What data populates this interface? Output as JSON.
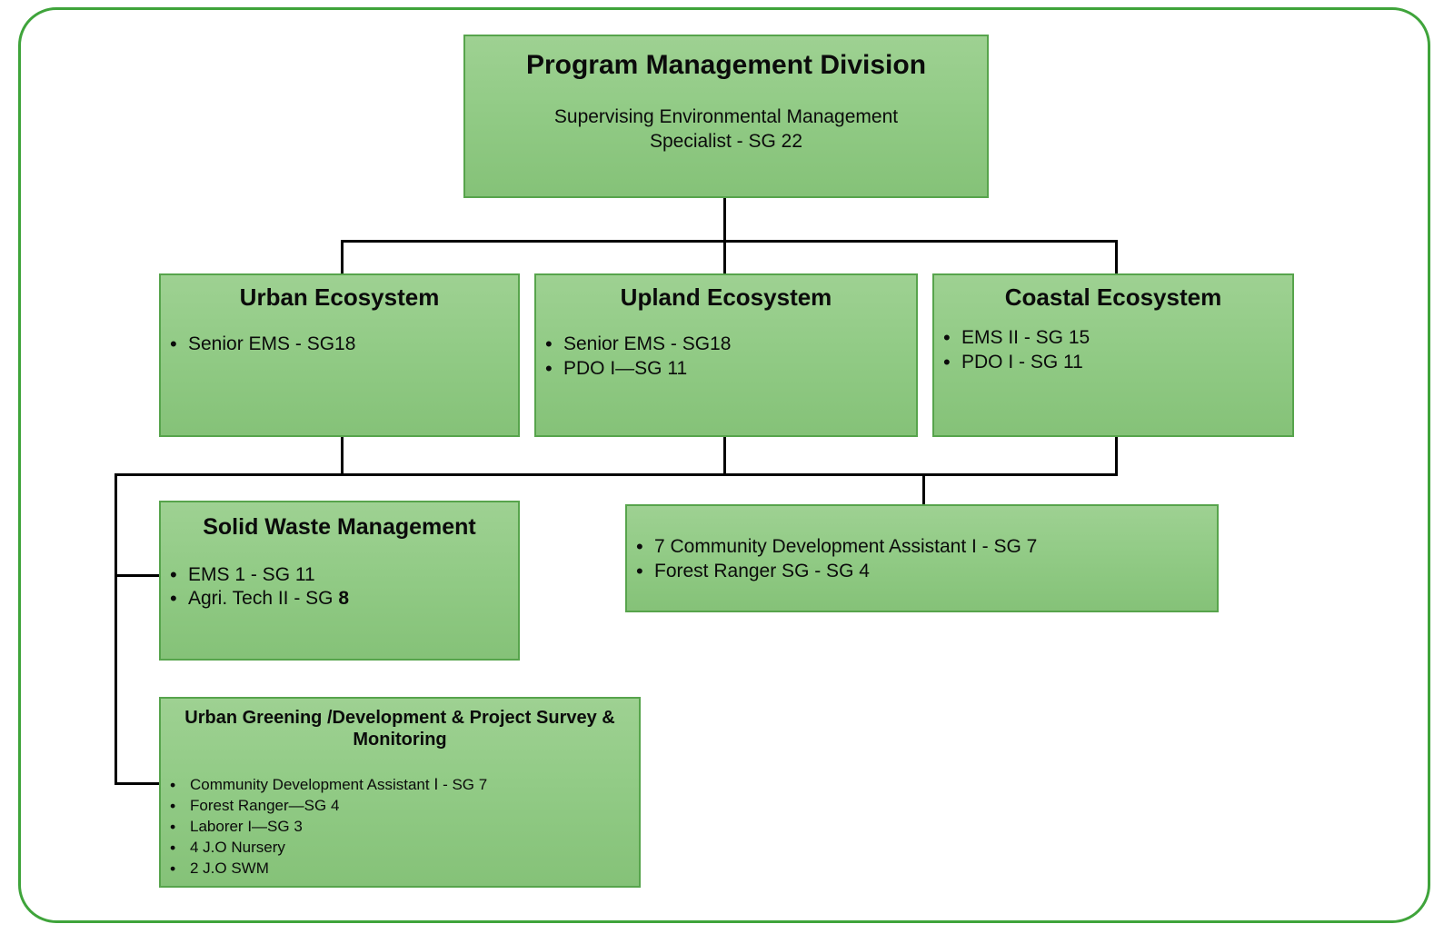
{
  "frame": {
    "accent_color": "#3FA43B"
  },
  "theme": {
    "box_fill": "#92CB86",
    "box_border": "#57A44C",
    "line_color": "#000000",
    "text_color": "#0b0b0b"
  },
  "chart_data": {
    "type": "diagram",
    "diagram_type": "organizational-chart",
    "title": "Program Management Division",
    "nodes": [
      {
        "id": "root",
        "title": "Program Management Division",
        "subtitle": "Supervising Environmental Management Specialist - SG 22",
        "level": 0
      },
      {
        "id": "urban",
        "title": "Urban Ecosystem",
        "level": 1,
        "items": [
          "Senior EMS - SG18"
        ]
      },
      {
        "id": "upland",
        "title": "Upland Ecosystem",
        "level": 1,
        "items": [
          "Senior EMS - SG18",
          "PDO I—SG 11"
        ]
      },
      {
        "id": "coastal",
        "title": "Coastal Ecosystem",
        "level": 1,
        "items": [
          "EMS II - SG 15",
          "PDO I - SG 11"
        ]
      },
      {
        "id": "swm",
        "title": "Solid Waste Management",
        "level": 2,
        "items": [
          "EMS 1 - SG 11",
          "Agri. Tech II - SG 8"
        ]
      },
      {
        "id": "cda",
        "title": "",
        "level": 2,
        "items": [
          "7 Community Development Assistant I - SG 7",
          "Forest Ranger SG -  SG 4"
        ]
      },
      {
        "id": "greening",
        "title": "Urban Greening /Development & Project Survey & Monitoring",
        "level": 2,
        "items": [
          "Community Development Assistant  Ⅰ - SG 7",
          "Forest Ranger—SG 4",
          "Laborer I—SG 3",
          " 4 J.O Nursery",
          "2 J.O SWM"
        ]
      }
    ],
    "edges": [
      {
        "from": "root",
        "to": "urban"
      },
      {
        "from": "root",
        "to": "upland"
      },
      {
        "from": "root",
        "to": "coastal"
      },
      {
        "from": "urban",
        "to": "swm"
      },
      {
        "from": "urban",
        "to": "greening"
      },
      {
        "from": "upland",
        "to": "cda"
      },
      {
        "from": "coastal",
        "to": "cda"
      }
    ]
  },
  "root": {
    "title": "Program Management Division",
    "subtitle_line1": "Supervising Environmental Management",
    "subtitle_line2": "Specialist - SG 22"
  },
  "urban": {
    "title": "Urban Ecosystem",
    "items": [
      "Senior EMS - SG18"
    ]
  },
  "upland": {
    "title": "Upland Ecosystem",
    "items": [
      "Senior EMS - SG18",
      "PDO I—SG 11"
    ]
  },
  "coastal": {
    "title": "Coastal Ecosystem",
    "items": [
      "EMS II - SG 15",
      "PDO I - SG 11"
    ]
  },
  "swm": {
    "title": "Solid Waste Management",
    "item1": "EMS 1 - SG 11",
    "item2_prefix": "Agri. Tech II - SG ",
    "item2_bold": "8"
  },
  "cda": {
    "items": [
      "7 Community Development Assistant I - SG 7",
      "Forest Ranger SG -  SG 4"
    ]
  },
  "greening": {
    "title_line1": "Urban Greening /Development & Project Survey &",
    "title_line2": "Monitoring",
    "items": [
      "Community Development Assistant  Ⅰ - SG 7",
      "Forest Ranger—SG 4",
      "Laborer I—SG 3",
      " 4 J.O Nursery",
      "2 J.O SWM"
    ]
  }
}
